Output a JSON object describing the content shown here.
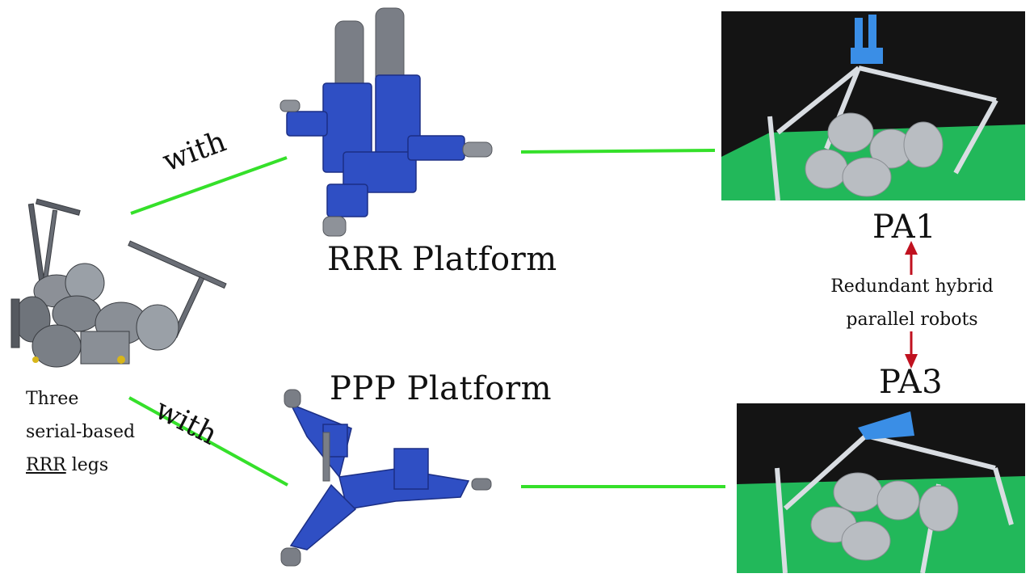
{
  "labels": {
    "with_top": "with",
    "with_bottom": "with",
    "rrr_platform": "RRR Platform",
    "ppp_platform": "PPP Platform",
    "pa1": "PA1",
    "pa3": "PA3",
    "redundant_line1": "Redundant hybrid",
    "redundant_line2": "parallel robots",
    "legs_line1": "Three",
    "legs_line2": "serial-based",
    "legs_line3_underlined": "RRR",
    "legs_line3_rest": " legs"
  },
  "colors": {
    "connector_green": "#35e02a",
    "platform_blue": "#2f4fc4",
    "arrow_red": "#c0111f",
    "photo_dark": "#141414",
    "photo_green": "#22b85a"
  }
}
